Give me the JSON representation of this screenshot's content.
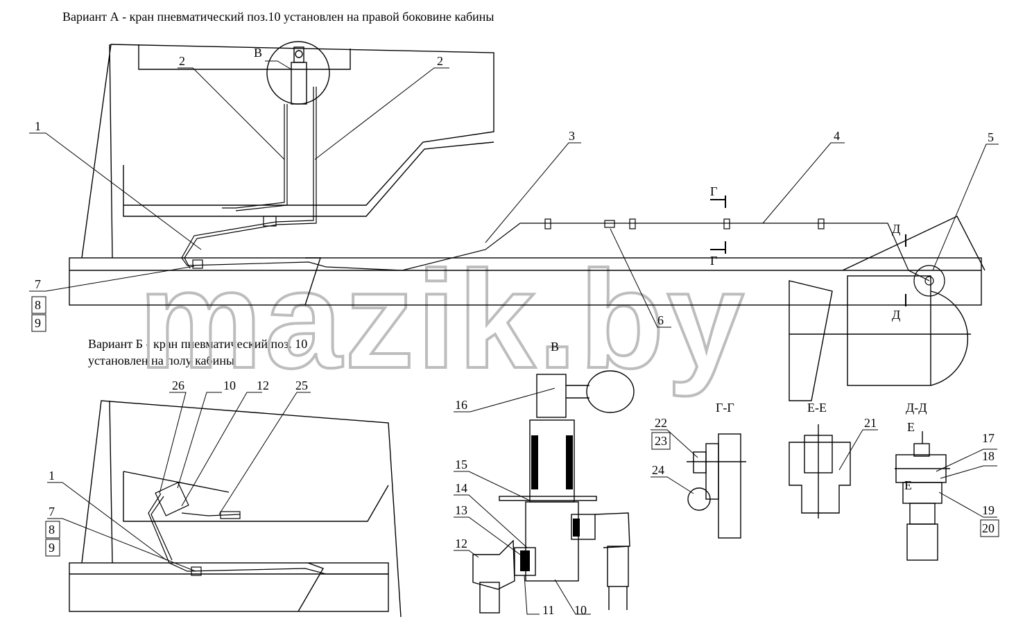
{
  "caption_a": "Вариант А - кран пневматический поз.10  установлен на правой боковине кабины",
  "caption_b_line1": "Вариант Б - кран пневматический поз. 10",
  "caption_b_line2": "установлен на полу кабины",
  "watermark": "mazik.by",
  "view_labels": {
    "v": "В",
    "gg": "Г-Г",
    "ee": "Е-Е",
    "dd": "Д-Д"
  },
  "section_marks": {
    "g_top": "Г",
    "g_bottom": "Г",
    "d_top": "Д",
    "d_bottom": "Д",
    "e_top": "Е",
    "e_bottom": "Е",
    "v_callout": "В"
  },
  "callouts": [
    "1",
    "2",
    "2",
    "3",
    "4",
    "5",
    "6",
    "7",
    "8",
    "9",
    "1",
    "7",
    "8",
    "9",
    "26",
    "10",
    "12",
    "25",
    "16",
    "15",
    "14",
    "13",
    "12",
    "11",
    "10",
    "22",
    "23",
    "24",
    "21",
    "17",
    "18",
    "19",
    "20"
  ]
}
